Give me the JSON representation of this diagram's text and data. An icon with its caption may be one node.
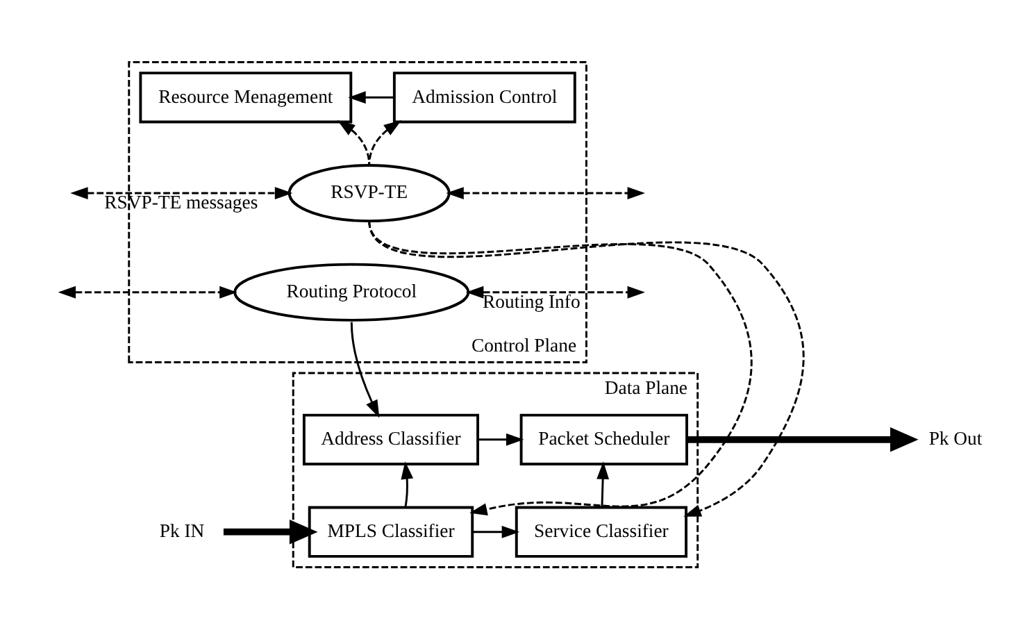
{
  "diagram": {
    "nodes": [
      {
        "text": [
          "Control Plane"
        ]
      },
      {
        "text": [
          "Data Plane"
        ]
      },
      {
        "text": [
          "Resource Menagement"
        ],
        "in": 0
      },
      {
        "text": [
          "Admission Control"
        ],
        "in": 0
      },
      {
        "text": [
          "RSVP-TE"
        ],
        "in": 0
      },
      {
        "text": [
          "Routing Protocol"
        ],
        "in": 0
      },
      {
        "text": [
          "Address Classifier"
        ],
        "in": 1
      },
      {
        "text": [
          "MPLS Classifier"
        ],
        "in": 1
      },
      {
        "text": [
          "Service Classifier"
        ],
        "in": 1
      },
      {
        "text": [
          "Packet Scheduler"
        ],
        "in": 1
      },
      {
        "text": [
          "Pk IN"
        ]
      },
      {
        "text": [
          "Pk Out"
        ]
      }
    ],
    "edges": [
      {
        "from": 3,
        "to": 2,
        "arrow": "to"
      },
      {
        "from": 4,
        "to": 2,
        "arrow": "to",
        "style": "dashed"
      },
      {
        "from": 4,
        "to": 3,
        "arrow": "to",
        "style": "dashed"
      },
      {
        "from": null,
        "to": 4,
        "arrow": "both",
        "style": "dashed",
        "label": "RSVP-TE messages"
      },
      {
        "from": 4,
        "to": null,
        "arrow": "both",
        "style": "dashed"
      },
      {
        "from": null,
        "to": 5,
        "arrow": "both",
        "style": "dashed"
      },
      {
        "from": 5,
        "to": null,
        "arrow": "both",
        "style": "dashed",
        "label": "Routing Info"
      },
      {
        "from": 5,
        "to": 6,
        "arrow": "to"
      },
      {
        "from": 4,
        "to": 7,
        "arrow": "to",
        "style": "dashed"
      },
      {
        "from": 4,
        "to": 8,
        "arrow": "to",
        "style": "dashed"
      },
      {
        "from": 6,
        "to": 9,
        "arrow": "to"
      },
      {
        "from": 7,
        "to": 6,
        "arrow": "to"
      },
      {
        "from": 7,
        "to": 8,
        "arrow": "to"
      },
      {
        "from": 8,
        "to": 9,
        "arrow": "to"
      },
      {
        "from": 10,
        "to": 7,
        "arrow": "to",
        "style": "thick"
      },
      {
        "from": 9,
        "to": 11,
        "arrow": "to",
        "style": "thick"
      }
    ]
  }
}
